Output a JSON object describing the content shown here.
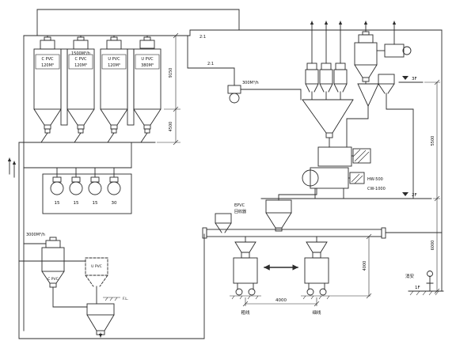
{
  "colors": {
    "ink": "#2b2b2b",
    "background": "#ffffff"
  },
  "silos": [
    {
      "material": "C PVC",
      "capacity": "120M³"
    },
    {
      "material": "C PVC",
      "capacity": "120M³"
    },
    {
      "material": "U PVC",
      "capacity": "120M³"
    },
    {
      "material": "U PVC",
      "capacity": "380M³"
    }
  ],
  "flows": {
    "roof_line": "1500M³/h",
    "feed_line": "300M³/h",
    "bottom_line": "3000M³/h"
  },
  "slopes": {
    "a": "2:1",
    "b": "2:1"
  },
  "pumps": {
    "ratings": [
      "15",
      "15",
      "15",
      "30"
    ]
  },
  "day_bins": {
    "c_pvc": "C PVC",
    "u_pvc": "U PVC",
    "floor_level": "F.L."
  },
  "recycler": {
    "name": "EPVC",
    "name2": "回收器"
  },
  "mixers": {
    "heating": "HW-500",
    "cooling": "CW-1000"
  },
  "floors": {
    "third": "3F",
    "second": "2F",
    "first": "1F"
  },
  "dimensions": {
    "silo_total": "9150",
    "silo_cone": "4500",
    "floor3_to_2": "5500",
    "floor2_to_1": "6000",
    "bagging_span": "4000",
    "bagging_height": "4000"
  },
  "labels": {
    "fire": "消安",
    "coarse_line": "粗线",
    "fine_line": "细线"
  }
}
